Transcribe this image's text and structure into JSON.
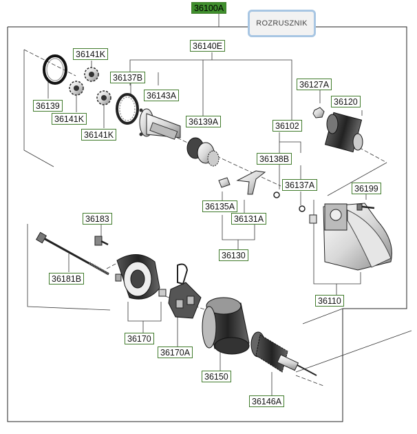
{
  "title_tag": "ROZRUSZNIK",
  "assembly": "36100A",
  "parts": {
    "p36140E": "36140E",
    "p36141K_a": "36141K",
    "p36137B": "36137B",
    "p36139": "36139",
    "p36143A": "36143A",
    "p36141K_b": "36141K",
    "p36141K_c": "36141K",
    "p36139A": "36139A",
    "p36127A": "36127A",
    "p36120": "36120",
    "p36102": "36102",
    "p36138B": "36138B",
    "p36137A": "36137A",
    "p36199": "36199",
    "p36135A": "36135A",
    "p36131A": "36131A",
    "p36130": "36130",
    "p36183": "36183",
    "p36181B": "36181B",
    "p36110": "36110",
    "p36170": "36170",
    "p36170A": "36170A",
    "p36150": "36150",
    "p36146A": "36146A"
  }
}
